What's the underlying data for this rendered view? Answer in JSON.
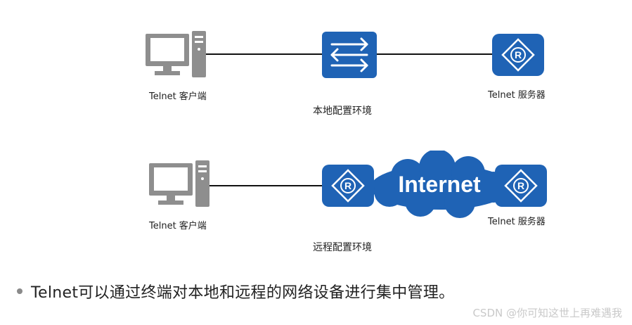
{
  "top": {
    "client_label": "Telnet 客户端",
    "server_label": "Telnet 服务器",
    "caption": "本地配置环境"
  },
  "bottom": {
    "client_label": "Telnet 客户端",
    "server_label": "Telnet 服务器",
    "cloud_label": "Internet",
    "caption": "远程配置环境"
  },
  "router_glyph": "R",
  "bullet": "Telnet可以通过终端对本地和远程的网络设备进行集中管理。",
  "watermark": "CSDN @你可知这世上再难遇我",
  "icons": {
    "client": "computer-icon",
    "switch": "switch-icon",
    "router": "router-icon",
    "cloud": "internet-cloud-icon"
  },
  "colors": {
    "device_blue": "#1f63b5",
    "computer_gray": "#8e8e8e",
    "link": "#111111"
  }
}
